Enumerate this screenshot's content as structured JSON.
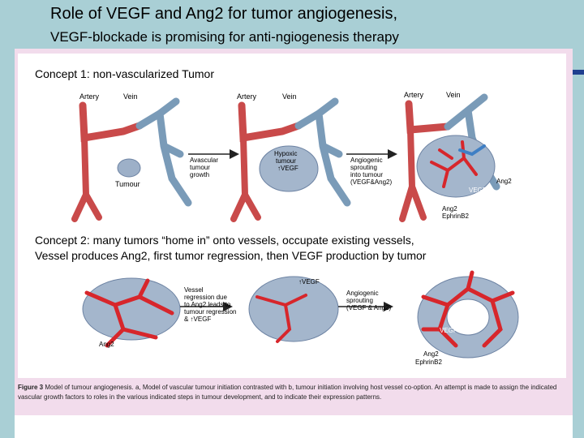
{
  "title": {
    "line1": "Role of VEGF and Ang2 for tumor angiogenesis,",
    "line2": "VEGF-blockade is promising for anti-ngiogenesis therapy"
  },
  "concept1": {
    "text": "Concept 1: non-vascularized Tumor",
    "panel_a": {
      "artery": "Artery",
      "vein": "Vein",
      "tumour": "Tumour",
      "arrow": [
        "Avascular",
        "tumour",
        "growth"
      ]
    },
    "panel_b": {
      "artery": "Artery",
      "vein": "Vein",
      "tumour": [
        "Hypoxic",
        "tumour",
        "↑VEGF"
      ],
      "arrow": [
        "Angiogenic",
        "sprouting",
        "into tumour",
        "(VEGF&Ang2)"
      ]
    },
    "panel_c": {
      "artery": "Artery",
      "vein": "Vein",
      "ang2": "Ang2",
      "vegf": "VEGF",
      "bottom": [
        "Ang2",
        "EphrinB2"
      ]
    }
  },
  "concept2": {
    "line1": "Concept 2: many tumors “home in” onto vessels, occupate existing vessels,",
    "line2": "Vessel produces Ang2, first tumor regression, then VEGF production by tumor",
    "panel_a": {
      "ang": "Ang2",
      "arrow": [
        "Vessel",
        "regression due",
        "to Ang2 leads to",
        "tumour regression",
        "& ↑VEGF"
      ]
    },
    "panel_b": {
      "vegf": "↑VEGF",
      "arrow": [
        "Angiogenic",
        "sprouting",
        "(VEGF & Ang2)"
      ]
    },
    "panel_c": {
      "vegf": "VEGF",
      "bottom": [
        "Ang2",
        "EphrinB2"
      ]
    }
  },
  "caption": {
    "bold": "Figure 3 ",
    "text": "Model of tumour angiogenesis. a, Model of vascular tumour initiation contrasted with b, tumour initiation involving host vessel co-option. An attempt is made to assign the indicated vascular growth factors to roles in the various indicated steps in tumour development, and to indicate their expression patterns."
  }
}
